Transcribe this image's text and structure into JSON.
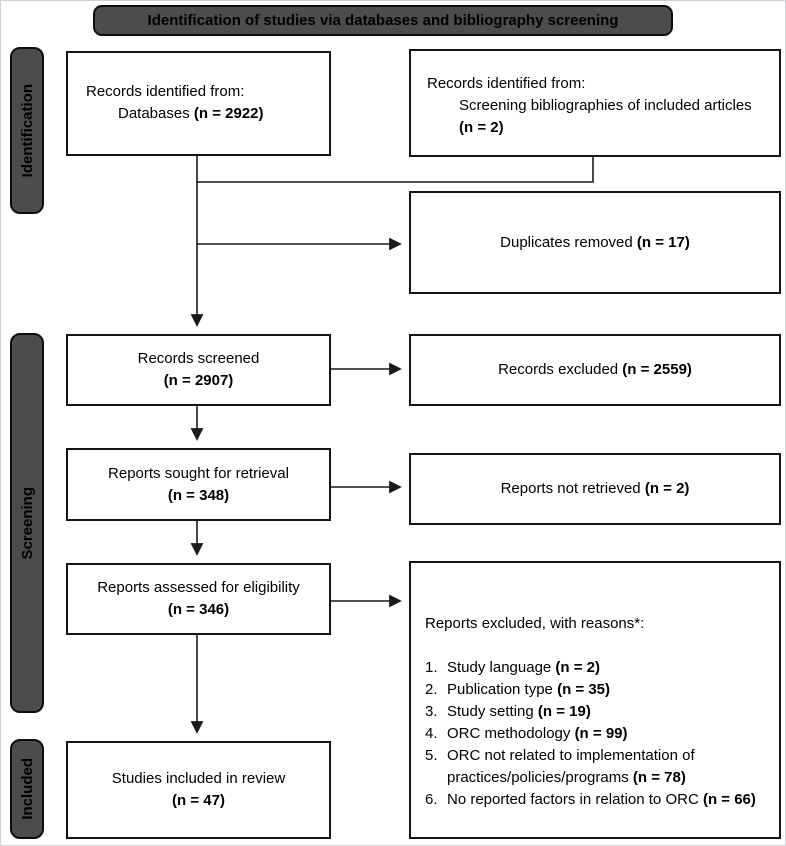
{
  "banner": {
    "title": "Identification of studies via databases and bibliography screening"
  },
  "sidebar": {
    "identification": "Identification",
    "screening": "Screening",
    "included": "Included"
  },
  "colors": {
    "banner_bg": "#4c4c4c",
    "box_border": "#141414",
    "arrow": "#1a1a1a"
  },
  "boxes": {
    "records_databases": {
      "line1": "Records identified from:",
      "line2": "Databases ",
      "n": "(n = 2922)"
    },
    "records_bibliography": {
      "line1": "Records identified from:",
      "line2": "Screening bibliographies of included articles",
      "n": "(n = 2)"
    },
    "duplicates_removed": {
      "text": "Duplicates removed ",
      "n": "(n = 17)"
    },
    "records_screened": {
      "line1": "Records screened",
      "n": "(n = 2907)"
    },
    "records_excluded": {
      "text": "Records excluded ",
      "n": "(n = 2559)"
    },
    "reports_sought": {
      "line1": "Reports sought for retrieval",
      "n": "(n = 348)"
    },
    "reports_not_retrieved": {
      "text": "Reports not retrieved ",
      "n": "(n = 2)"
    },
    "reports_assessed": {
      "line1": "Reports assessed for eligibility",
      "n": "(n = 346)"
    },
    "studies_included": {
      "line1": "Studies included in review",
      "n": "(n = 47)"
    },
    "reports_excluded_reasons": {
      "header": "Reports excluded, with reasons*:",
      "items": [
        {
          "num": "1.",
          "text": "Study language ",
          "n": "(n = 2)"
        },
        {
          "num": "2.",
          "text": "Publication type ",
          "n": "(n = 35)"
        },
        {
          "num": "3.",
          "text": "Study setting ",
          "n": "(n = 19)"
        },
        {
          "num": "4.",
          "text": "ORC methodology ",
          "n": "(n = 99)"
        },
        {
          "num": "5.",
          "text": "ORC not related to implementation of practices/policies/programs ",
          "n": "(n = 78)"
        },
        {
          "num": "6.",
          "text": "No reported factors in relation to ORC ",
          "n": "(n = 66)"
        }
      ]
    }
  }
}
